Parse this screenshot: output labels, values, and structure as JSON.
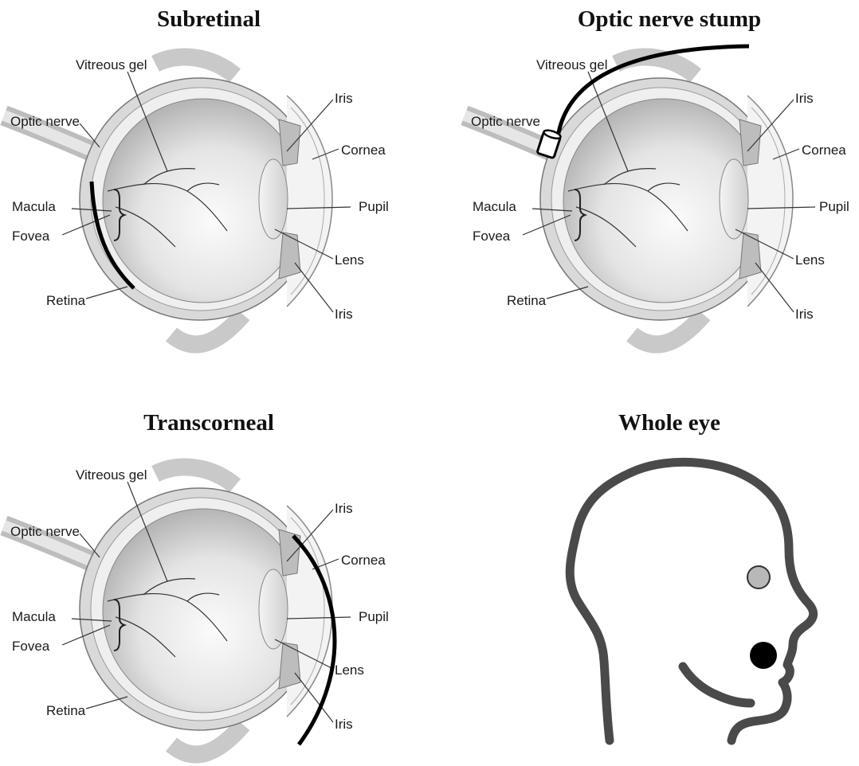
{
  "panels": [
    {
      "id": "subretinal",
      "title": "Subretinal",
      "labels": {
        "vitreous": "Vitreous gel",
        "optic": "Optic nerve",
        "macula": "Macula",
        "fovea": "Fovea",
        "retina": "Retina",
        "iris_top": "Iris",
        "cornea": "Cornea",
        "pupil": "Pupil",
        "lens": "Lens",
        "iris_bottom": "Iris"
      }
    },
    {
      "id": "optic-nerve-stump",
      "title": "Optic nerve stump",
      "labels": {
        "vitreous": "Vitreous gel",
        "optic": "Optic nerve",
        "macula": "Macula",
        "fovea": "Fovea",
        "retina": "Retina",
        "iris_top": "Iris",
        "cornea": "Cornea",
        "pupil": "Pupil",
        "lens": "Lens",
        "iris_bottom": "Iris"
      }
    },
    {
      "id": "transcorneal",
      "title": "Transcorneal",
      "labels": {
        "vitreous": "Vitreous gel",
        "optic": "Optic nerve",
        "macula": "Macula",
        "fovea": "Fovea",
        "retina": "Retina",
        "iris_top": "Iris",
        "cornea": "Cornea",
        "pupil": "Pupil",
        "lens": "Lens",
        "iris_bottom": "Iris"
      }
    },
    {
      "id": "whole-eye",
      "title": "Whole eye"
    }
  ],
  "colors": {
    "electrode": "#000000",
    "head_outline": "#4a4a4a",
    "eye_marker": "#b8b8b8",
    "mouth_marker": "#000000"
  }
}
